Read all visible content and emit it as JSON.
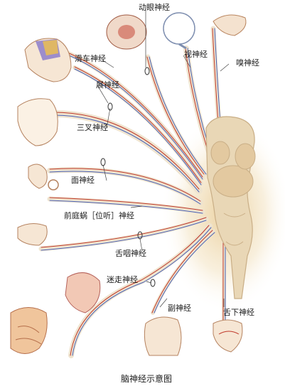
{
  "caption": "脑神经示意图",
  "labels": {
    "oculomotor": "动眼神经",
    "trochlear": "滑车神经",
    "optic": "视神经",
    "olfactory": "嗅神经",
    "abducens": "展神经",
    "trigeminal": "三叉神经",
    "facial": "面神经",
    "vestibulocochlear": "前庭蜗［位听］神经",
    "glossopharyngeal": "舌咽神经",
    "vagus": "迷走神经",
    "accessory": "副神经",
    "hypoglossal": "舌下神经"
  },
  "colors": {
    "nerve_red": "#c0392b",
    "nerve_blue": "#4a63b8",
    "nerve_cream": "#efe4cf",
    "brain": "#e9d7b6",
    "brain_shadow": "#c9ae86",
    "halo": "#f3e3c2"
  }
}
